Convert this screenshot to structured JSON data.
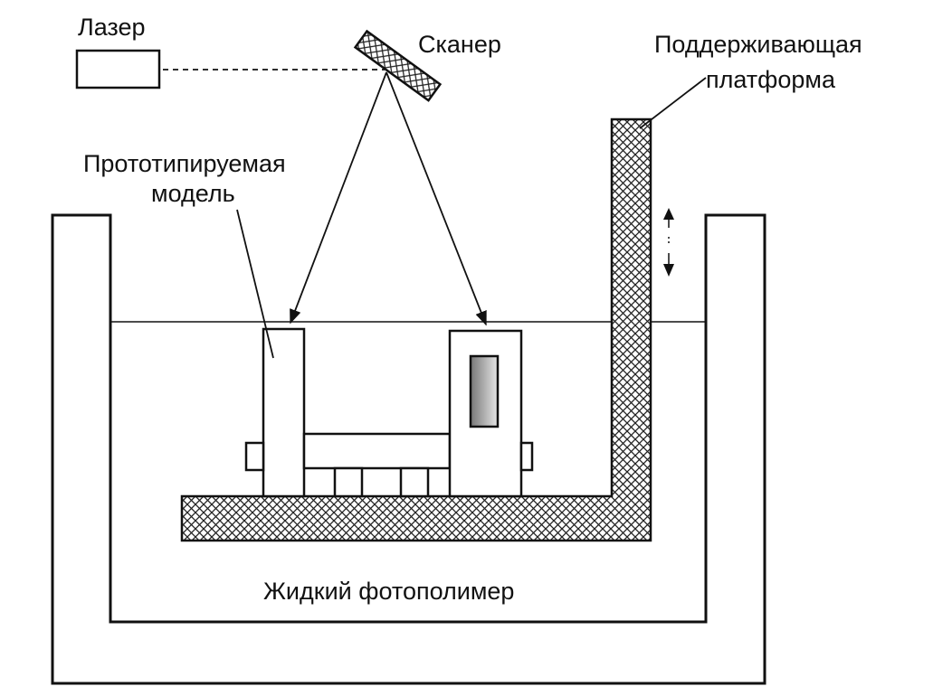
{
  "labels": {
    "laser": "Лазер",
    "scanner": "Сканер",
    "platform_line1": "Поддерживающая",
    "platform_line2": "платформа",
    "model_line1": "Прототипируемая",
    "model_line2": "модель",
    "liquid": "Жидкий фотополимер"
  },
  "colors": {
    "stroke": "#111111",
    "background": "#ffffff",
    "hatch": "#222222"
  },
  "icons": {
    "platform_motion": "up-down-arrow-icon"
  }
}
